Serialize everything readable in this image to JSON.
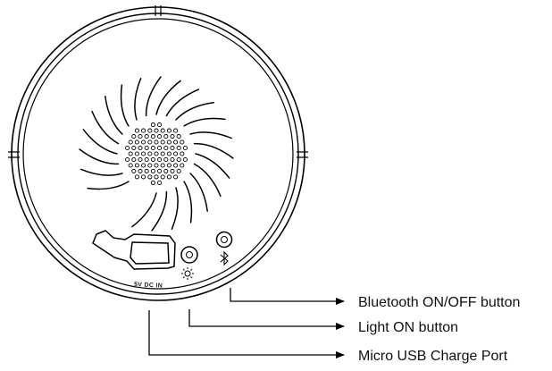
{
  "device": {
    "port_marking": "5V DC IN",
    "light_icon": "sun-icon",
    "bluetooth_icon": "bluetooth-icon",
    "slot_count": 24,
    "stroke_color": "#000000",
    "background_color": "#ffffff"
  },
  "callouts": [
    {
      "id": "bluetooth-button",
      "label": "Bluetooth ON/OFF button"
    },
    {
      "id": "light-button",
      "label": "Light ON button"
    },
    {
      "id": "usb-port",
      "label": "Micro USB Charge Port"
    }
  ]
}
